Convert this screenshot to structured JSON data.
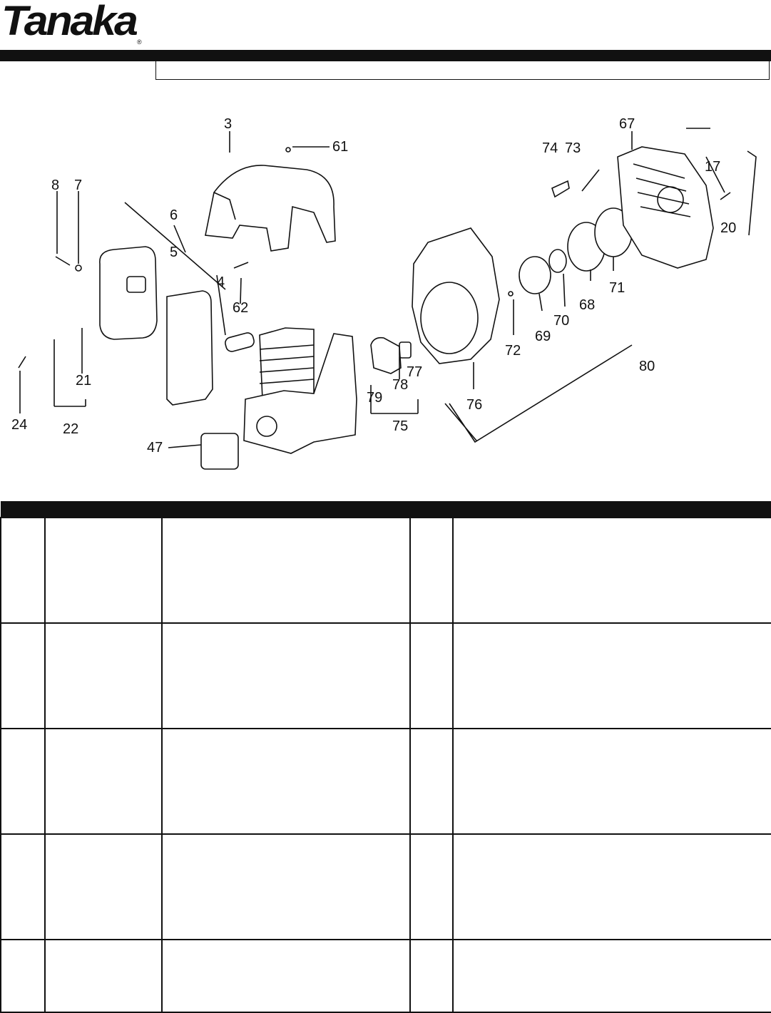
{
  "header": {
    "brand": "Tanaka",
    "registered_mark": "®"
  },
  "diagram": {
    "part_labels": [
      "3",
      "61",
      "8",
      "7",
      "6",
      "5",
      "4",
      "62",
      "21",
      "24",
      "22",
      "47",
      "79",
      "78",
      "77",
      "75",
      "76",
      "74",
      "73",
      "67",
      "17",
      "20",
      "71",
      "68",
      "70",
      "69",
      "72",
      "80"
    ]
  },
  "table": {
    "rows": 5
  }
}
